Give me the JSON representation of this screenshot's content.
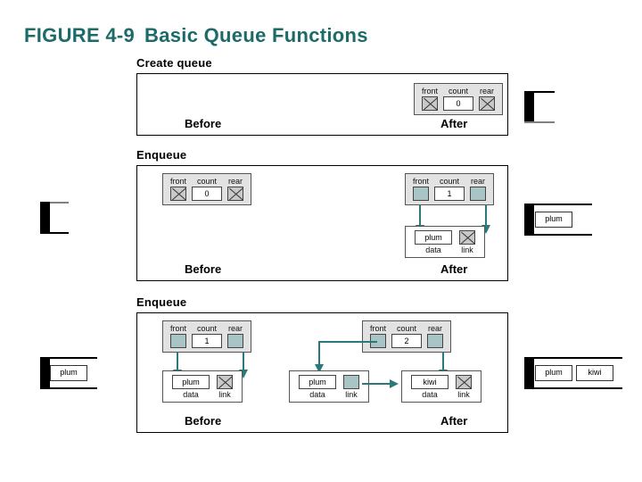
{
  "figure": {
    "number": "FIGURE 4-9",
    "title": "Basic Queue Functions",
    "title_color": "#1d6b68"
  },
  "colors": {
    "pointer_fill": "#a8c4c4",
    "null_fill": "#c9c9c9",
    "arrow": "#2a7a7a",
    "head_fill": "#e2e2e2",
    "border": "#000000"
  },
  "labels": {
    "before": "Before",
    "after": "After",
    "front": "front",
    "count": "count",
    "rear": "rear",
    "data": "data",
    "link": "link"
  },
  "panels": [
    {
      "caption": "Create queue",
      "before": {
        "empty": true
      },
      "after": {
        "head": {
          "front": "null",
          "count": "0",
          "rear": "null"
        },
        "nodes": []
      },
      "side_chips_left": [],
      "side_chips_right": []
    },
    {
      "caption": "Enqueue",
      "before": {
        "head": {
          "front": "null",
          "count": "0",
          "rear": "null"
        },
        "nodes": []
      },
      "after": {
        "head": {
          "front": "pointer",
          "count": "1",
          "rear": "pointer"
        },
        "nodes": [
          {
            "data": "plum",
            "link": "null"
          }
        ]
      },
      "side_chips_left": [],
      "side_chips_right": [
        "plum"
      ]
    },
    {
      "caption": "Enqueue",
      "before": {
        "head": {
          "front": "pointer",
          "count": "1",
          "rear": "pointer"
        },
        "nodes": [
          {
            "data": "plum",
            "link": "null"
          }
        ]
      },
      "after": {
        "head": {
          "front": "pointer",
          "count": "2",
          "rear": "pointer"
        },
        "nodes": [
          {
            "data": "plum",
            "link": "pointer"
          },
          {
            "data": "kiwi",
            "link": "null"
          }
        ]
      },
      "side_chips_left": [
        "plum"
      ],
      "side_chips_right": [
        "plum",
        "kiwi"
      ]
    }
  ]
}
